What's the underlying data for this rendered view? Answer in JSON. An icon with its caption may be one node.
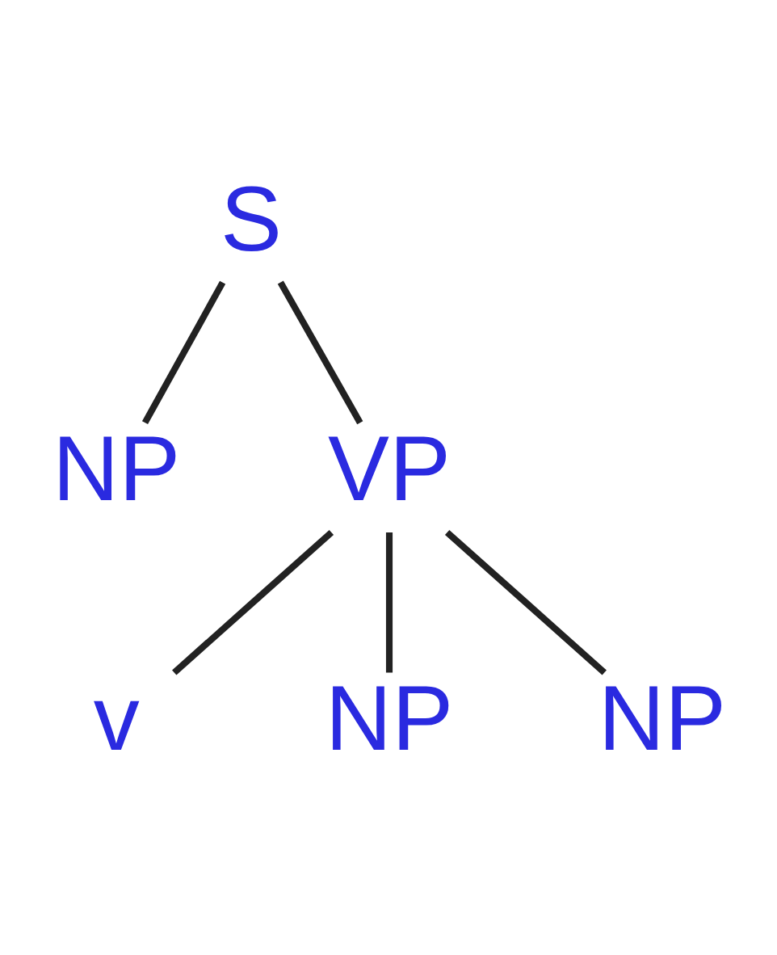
{
  "diagram": {
    "nodes": [
      {
        "text": [
          "S"
        ]
      },
      {
        "text": [
          "NP"
        ]
      },
      {
        "text": [
          "VP"
        ]
      },
      {
        "text": [
          "v"
        ]
      },
      {
        "text": [
          "NP"
        ]
      },
      {
        "text": [
          "NP"
        ]
      }
    ],
    "edges": [
      {
        "from": 0,
        "to": 1,
        "arrow": "none"
      },
      {
        "from": 0,
        "to": 2,
        "arrow": "none"
      },
      {
        "from": 2,
        "to": 3,
        "arrow": "none"
      },
      {
        "from": 2,
        "to": 4,
        "arrow": "none"
      },
      {
        "from": 2,
        "to": 5,
        "arrow": "none"
      }
    ]
  }
}
